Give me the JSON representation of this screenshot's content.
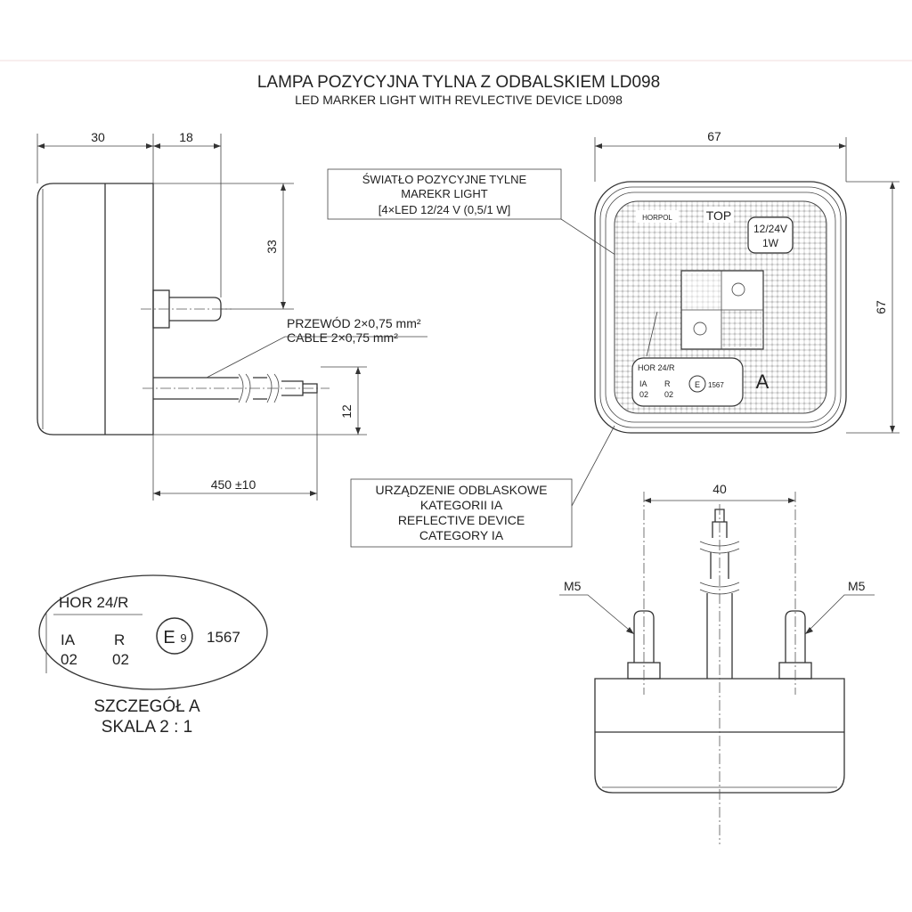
{
  "title": {
    "line1": "LAMPA POZYCYJNA TYLNA Z ODBALSKIEM LD098",
    "line2": "LED MARKER LIGHT WITH REVLECTIVE DEVICE LD098"
  },
  "dimensions": {
    "depth": "30",
    "stud_length": "18",
    "stud_height": "33",
    "cable_length": "450 ±10",
    "cable_offset": "12",
    "width": "67",
    "height": "67",
    "stud_spacing": "40"
  },
  "callouts": {
    "marker_light": [
      "ŚWIATŁO POZYCYJNE TYLNE",
      "MAREKR LIGHT",
      "[4×LED 12/24 V (0,5/1 W]"
    ],
    "cable": [
      "PRZEWÓD 2×0,75 mm²",
      "CABLE 2×0,75 mm²"
    ],
    "reflector": [
      "URZĄDZENIE ODBLASKOWE",
      "KATEGORII IA",
      "REFLECTIVE DEVICE",
      "CATEGORY IA"
    ],
    "stud_left": "M5",
    "stud_right": "M5"
  },
  "front_markings": {
    "orientation": "HORPOL",
    "top": "TOP",
    "voltage": "12/24V",
    "power": "1W",
    "hor": "HOR 24/R",
    "ia": "IA",
    "ia_code": "02",
    "r": "R",
    "r_code": "02",
    "approval": "1567",
    "detail_ref": "A"
  },
  "detail": {
    "hor": "HOR 24/R",
    "ia": "IA",
    "ia_code": "02",
    "r": "R",
    "r_code": "02",
    "e_mark": "E",
    "e_number": "9",
    "approval": "1567",
    "caption1": "SZCZEGÓŁ A",
    "caption2": "SKALA 2 : 1"
  },
  "colors": {
    "line": "#333333",
    "text": "#222222",
    "grid": "#bbbbbb"
  }
}
